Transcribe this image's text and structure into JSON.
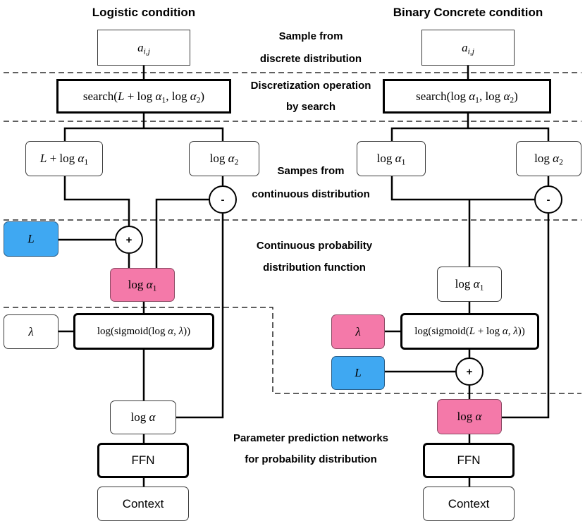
{
  "titles": {
    "left": "Logistic condition",
    "right": "Binary Concrete condition"
  },
  "stages": {
    "sample": {
      "line1": "Sample from",
      "line2": "discrete distribution"
    },
    "discretization": {
      "line1": "Discretization operation",
      "line2": "by search"
    },
    "continuous_samples": {
      "line1": "Sampes from",
      "line2": "continuous distribution"
    },
    "pdf": {
      "line1": "Continuous probability",
      "line2": "distribution function"
    },
    "parameter_prediction": {
      "line1": "Parameter prediction networks",
      "line2": "for probability distribution"
    }
  },
  "left": {
    "sample": {
      "var": "a",
      "sub": "i,j"
    },
    "search": {
      "fn": "search(",
      "L": "L",
      "plus_log": " + log ",
      "alpha1": "α",
      "sub1": "1",
      "comma_log": ", log ",
      "alpha2": "α",
      "sub2": "2",
      "close": ")"
    },
    "L_plus_log_alpha1": {
      "L": "L",
      "plus_log": " + log ",
      "alpha": "α",
      "sub": "1"
    },
    "log_alpha2": {
      "log": "log ",
      "alpha": "α",
      "sub": "2"
    },
    "minus": "-",
    "L": "L",
    "plus": "+",
    "log_alpha1": {
      "log": "log ",
      "alpha": "α",
      "sub": "1"
    },
    "lambda": "λ",
    "log_sigmoid": {
      "pre": "log(sigmoid(log ",
      "alpha": "α",
      "comma": ", ",
      "lambda": "λ",
      "close": "))"
    },
    "log_alpha": {
      "log": "log ",
      "alpha": "α"
    },
    "ffn": "FFN",
    "context": "Context"
  },
  "right": {
    "sample": {
      "var": "a",
      "sub": "i,j"
    },
    "search": {
      "fn": "search(log ",
      "alpha1": "α",
      "sub1": "1",
      "comma_log": ", log ",
      "alpha2": "α",
      "sub2": "2",
      "close": ")"
    },
    "log_alpha1_upper": {
      "log": "log ",
      "alpha": "α",
      "sub": "1"
    },
    "log_alpha2": {
      "log": "log ",
      "alpha": "α",
      "sub": "2"
    },
    "minus": "-",
    "log_alpha1": {
      "log": "log ",
      "alpha": "α",
      "sub": "1"
    },
    "lambda": "λ",
    "log_sigmoid": {
      "pre": "log(sigmoid(",
      "L": "L",
      "plus_log": " + log ",
      "alpha": "α",
      "comma": ", ",
      "lambda": "λ",
      "close": "))"
    },
    "L": "L",
    "plus": "+",
    "log_alpha": {
      "log": "log ",
      "alpha": "α"
    },
    "ffn": "FFN",
    "context": "Context"
  },
  "colors": {
    "L_node": "#3fa8f2",
    "highlight_node": "#f479a9"
  }
}
